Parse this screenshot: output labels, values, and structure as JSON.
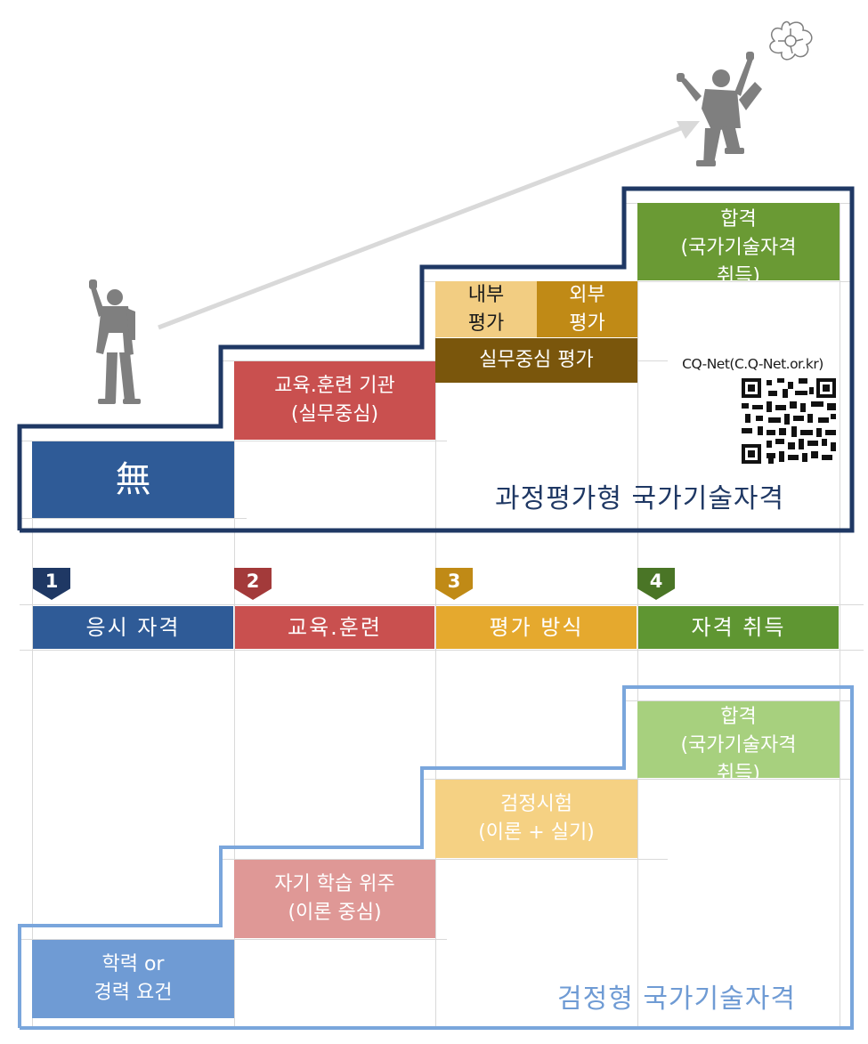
{
  "colors": {
    "step1": "#2f5b97",
    "step2": "#c9504f",
    "step3": "#e5a92e",
    "step4": "#5f9632",
    "top_frame": "#1f3864",
    "bottom_frame": "#7aa6dc"
  },
  "top_section": {
    "qualification": "無",
    "training": "교육.훈련 기관\n(실무중심)",
    "internal_eval": "내부\n평가",
    "external_eval": "외부\n평가",
    "practical_eval": "실무중심 평가",
    "pass": "합격\n(국가기술자격\n취득)",
    "cqnet_label": "CQ-Net(C.Q-Net.or.kr)",
    "qr_icon": "qr-code",
    "title": "과정평가형 국가기술자격"
  },
  "steps": [
    {
      "number": "1",
      "label": "응시 자격"
    },
    {
      "number": "2",
      "label": "교육.훈련"
    },
    {
      "number": "3",
      "label": "평가 방식"
    },
    {
      "number": "4",
      "label": "자격 취득"
    }
  ],
  "bottom_section": {
    "qualification": "학력 or\n경력 요건",
    "training": "자기 학습 위주\n(이론 중심)",
    "exam": "검정시험\n(이론 + 실기)",
    "pass": "합격\n(국가기술자격\n취득)",
    "title": "검정형 국가기술자격"
  },
  "illustrations": {
    "person_start": "cheering-person-icon",
    "person_end": "jumping-businessman-icon",
    "flower": "flower-icon",
    "arrow": "progress-arrow"
  }
}
